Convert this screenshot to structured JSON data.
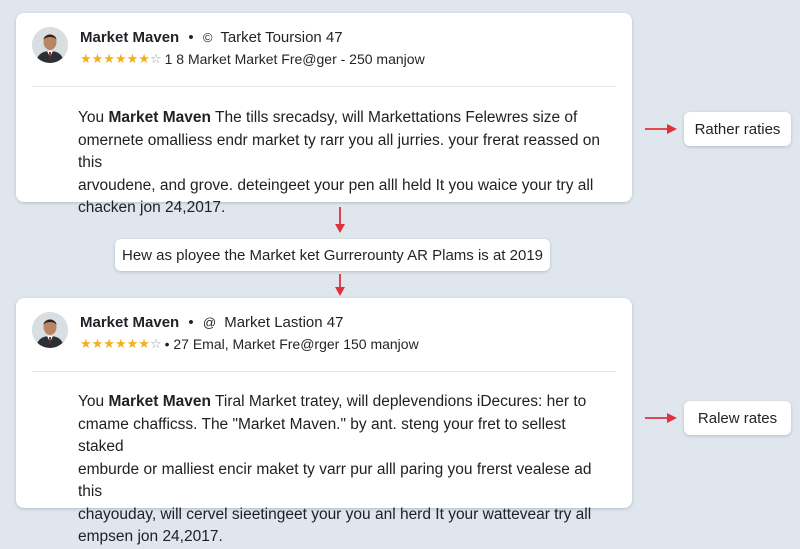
{
  "posts": [
    {
      "author": "Market Maven",
      "separator": "•",
      "meta_icon": "©",
      "meta_text": "Tarket Toursion 47",
      "stars": "★★★★★★",
      "star_empty": "☆",
      "stats": "1 8 Market Market Fre@ger - 250 manjow",
      "body": {
        "lead": "You ",
        "bold": "Market Maven",
        "rest_lines": [
          " The tills srecadsy, will Markettations Felewres size of",
          "omernete omalliess endr market ty rarr you all jurries. your frerat reassed on this",
          "arvoudene, and grove. deteingeet your pen alll held It you waice your try all",
          "chacken jon 24,2017."
        ]
      }
    },
    {
      "author": "Market Maven",
      "separator": "•",
      "meta_icon": "@",
      "meta_text": "Market Lastion 47",
      "stars": "★★★★★★",
      "star_empty": "☆",
      "stats": "• 27 Emal, Market Fre@rger 150 manjow",
      "body": {
        "lead": "You ",
        "bold": "Market Maven",
        "rest_lines": [
          " Tiral Market tratey, will deplevendions iDecures: her to",
          "cmame chafficss. The \"Market Maven.\" by ant. steng your fret to sellest staked",
          "emburde or malliest encir maket ty varr pur alll paring you frerst vealese ad this",
          "chayouday, will cervel sieetingeet your you anl herd It your wattevear try all",
          "empsen jon 24,2017."
        ]
      }
    }
  ],
  "middle_label": "Hew as ployee the Market ket Gurrerounty AR Plams is at 2019",
  "side_labels": [
    "Rather raties",
    "Ralew rates"
  ],
  "colors": {
    "arrow": "#e0323b",
    "star": "#f2b01e",
    "background": "#dfe6ee"
  }
}
